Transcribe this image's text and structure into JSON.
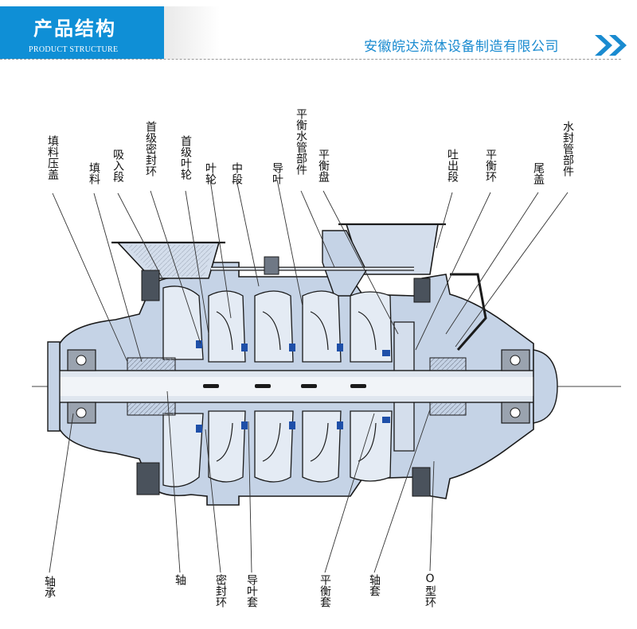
{
  "header": {
    "title": "产品结构",
    "subtitle": "PRODUCT STRUCTURE",
    "company": "安徽皖达流体设备制造有限公司"
  },
  "icons": {
    "more": "double-chevron-right-icon"
  },
  "colors": {
    "accent": "#0f8fd6",
    "casing": "#c5d3e6",
    "outline": "#1a1a1a",
    "seal": "#1e4fa8"
  },
  "labels_top": [
    "填料压盖",
    "填料",
    "吸入段",
    "首级密封环",
    "首级叶轮",
    "叶轮",
    "中段",
    "导叶",
    "平衡水管部件",
    "平衡盘",
    "吐出段",
    "平衡环",
    "尾盖",
    "水封管部件"
  ],
  "labels_bottom": [
    "轴承",
    "轴",
    "密封环",
    "导叶套",
    "平衡套",
    "轴套",
    "O型环"
  ]
}
